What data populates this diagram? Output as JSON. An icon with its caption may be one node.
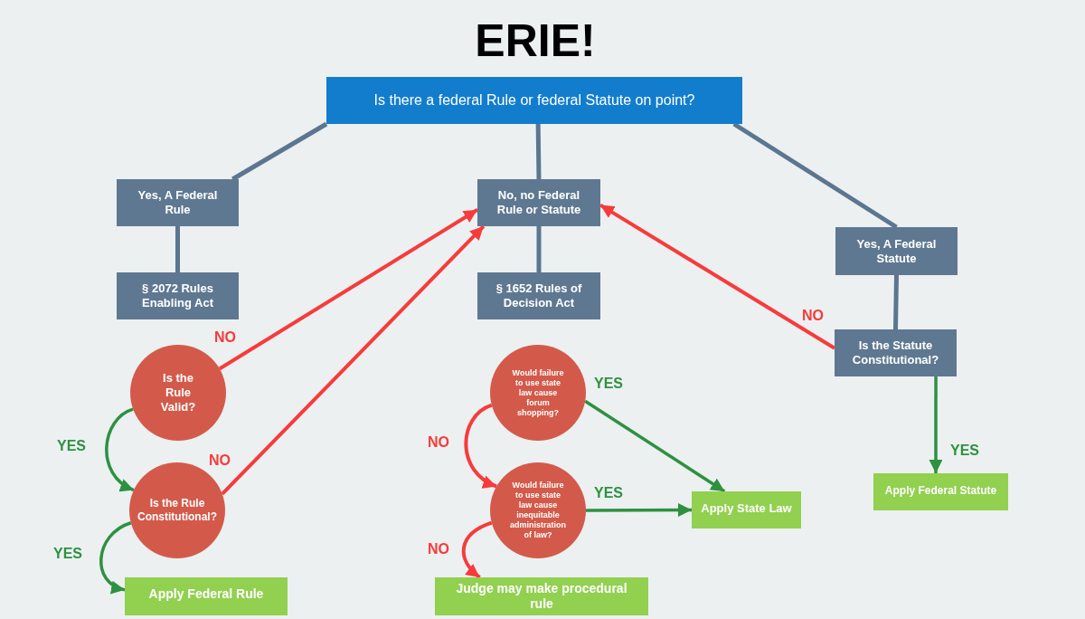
{
  "diagram": {
    "title": "ERIE!",
    "nodes": [
      {
        "text": [
          "Is there a federal Rule or federal Statute on point?"
        ]
      },
      {
        "text": [
          "Yes, A Federal Rule"
        ]
      },
      {
        "text": [
          "No, no Federal Rule or Statute"
        ]
      },
      {
        "text": [
          "Yes, A Federal Statute"
        ]
      },
      {
        "text": [
          "§ 2072 Rules Enabling Act"
        ]
      },
      {
        "text": [
          "§ 1652 Rules of Decision Act"
        ]
      },
      {
        "text": [
          "Is the Statute Constitutional?"
        ]
      },
      {
        "text": [
          "Is the Rule Valid?"
        ]
      },
      {
        "text": [
          "Would failure to use state law cause forum shopping?"
        ]
      },
      {
        "text": [
          "Is the Rule Constitutional?"
        ]
      },
      {
        "text": [
          "Would failure to use state law cause inequitable administration of law?"
        ]
      },
      {
        "text": [
          "Apply State Law"
        ]
      },
      {
        "text": [
          "Apply Federal Statute"
        ]
      },
      {
        "text": [
          "Apply Federal Rule"
        ]
      },
      {
        "text": [
          "Judge may make procedural rule"
        ]
      }
    ],
    "edges": [
      {
        "from": 0,
        "to": 1,
        "arrow": "none"
      },
      {
        "from": 0,
        "to": 2,
        "arrow": "none"
      },
      {
        "from": 0,
        "to": 3,
        "arrow": "none"
      },
      {
        "from": 1,
        "to": 4,
        "arrow": "none"
      },
      {
        "from": 2,
        "to": 5,
        "arrow": "none"
      },
      {
        "from": 3,
        "to": 6,
        "arrow": "none"
      },
      {
        "from": 7,
        "to": 2,
        "arrow": "to",
        "label": "NO",
        "color": "#f73b3b"
      },
      {
        "from": 9,
        "to": 2,
        "arrow": "to",
        "label": "NO",
        "color": "#f73b3b"
      },
      {
        "from": 6,
        "to": 2,
        "arrow": "to",
        "label": "NO",
        "color": "#f73b3b"
      },
      {
        "from": 7,
        "to": 9,
        "arrow": "to",
        "label": "YES",
        "color": "#2e9140"
      },
      {
        "from": 9,
        "to": 13,
        "arrow": "to",
        "label": "YES",
        "color": "#2e9140"
      },
      {
        "from": 8,
        "to": 11,
        "arrow": "to",
        "label": "YES",
        "color": "#2e9140"
      },
      {
        "from": 8,
        "to": 10,
        "arrow": "to",
        "label": "NO",
        "color": "#f73b3b"
      },
      {
        "from": 10,
        "to": 11,
        "arrow": "to",
        "label": "YES",
        "color": "#2e9140"
      },
      {
        "from": 10,
        "to": 14,
        "arrow": "to",
        "label": "NO",
        "color": "#f73b3b"
      },
      {
        "from": 6,
        "to": 12,
        "arrow": "to",
        "label": "YES",
        "color": "#2e9140"
      }
    ]
  }
}
